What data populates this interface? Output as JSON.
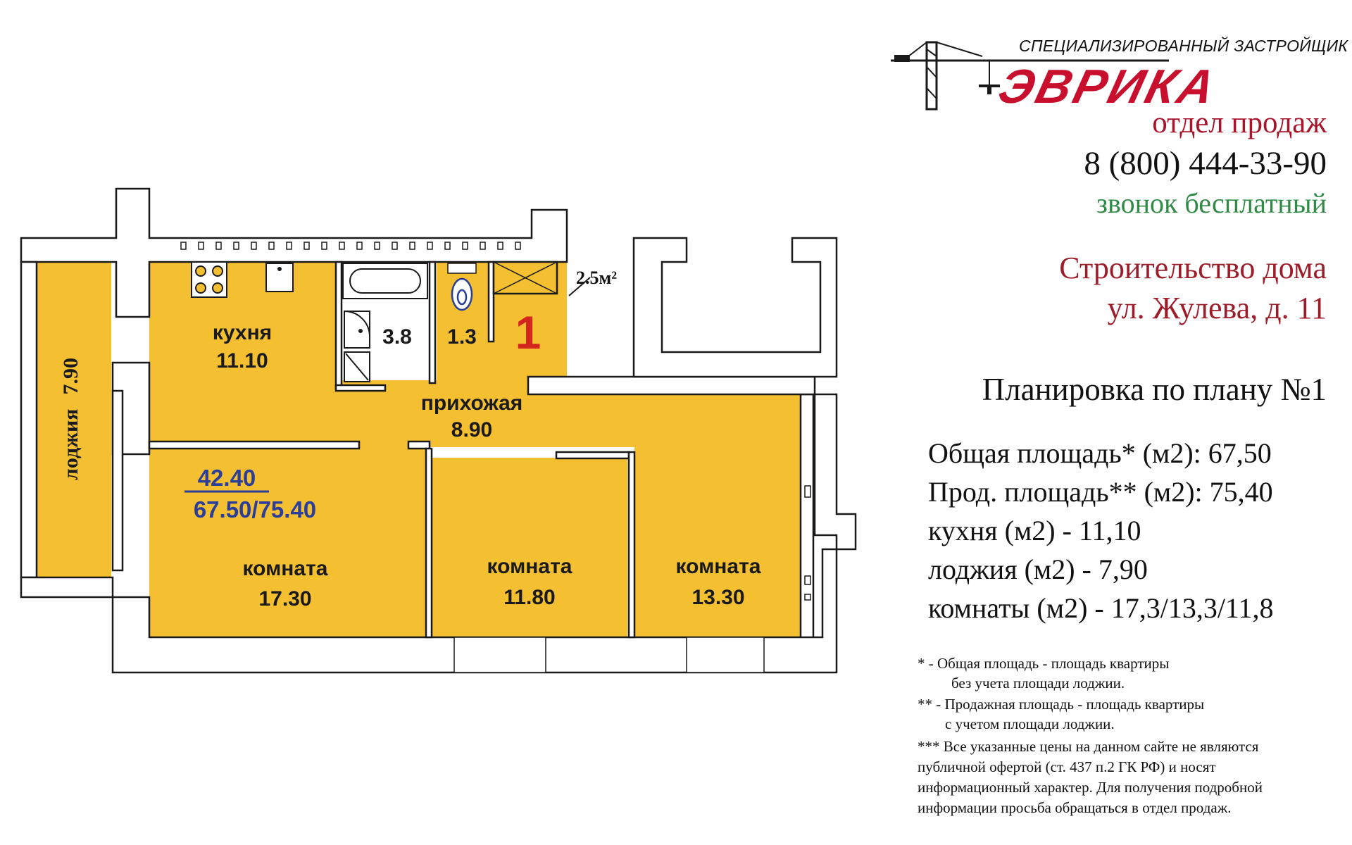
{
  "company": {
    "subtitle": "СПЕЦИАЛИЗИРОВАННЫЙ ЗАСТРОЙЩИК",
    "name": "ЭВРИКА",
    "sales_dept": "отдел продаж",
    "phone": "8 (800) 444-33-90",
    "phone_note": "звонок бесплатный"
  },
  "project": {
    "construction": "Строительство дома",
    "address": "ул. Жулева, д. 11",
    "plan_title": "Планировка по плану №1"
  },
  "specs": [
    "Общая площадь*  (м2): 67,50",
    "Прод. площадь**  (м2): 75,40",
    "кухня (м2) - 11,10",
    "лоджия (м2) - 7,90",
    "комнаты (м2) - 17,3/13,3/11,8"
  ],
  "notes": [
    "*   - Общая площадь - площадь квартиры",
    "без учета площади лоджии.",
    "** - Продажная площадь - площадь квартиры",
    "с учетом  площади лоджии.",
    "*** Все указанные цены на данном сайте не являются",
    "публичной офертой  (ст. 437 п.2 ГК РФ) и носят",
    "информационный характер.  Для получения подробной",
    "информации просьба обращаться в отдел продаж."
  ],
  "floorplan": {
    "loggia": {
      "name": "лоджия",
      "area": "7.90"
    },
    "kitchen": {
      "name": "кухня",
      "area": "11.10"
    },
    "bathroom_area": "3.8",
    "toilet_area": "1.3",
    "closet_area": "2.5м²",
    "flat_number": "1",
    "hallway": {
      "name": "прихожая",
      "area": "8.90"
    },
    "living_area": "42.40",
    "total_area": "67.50/75.40",
    "room1": {
      "name": "комната",
      "area": "17.30"
    },
    "room2": {
      "name": "комната",
      "area": "11.80"
    },
    "room3": {
      "name": "комната",
      "area": "13.30"
    }
  },
  "colors": {
    "room_fill": "#f4c032",
    "wall": "#ffffff",
    "wall_stroke": "#1a1a1a",
    "brand_red": "#c8102e",
    "area_blue": "#2b3f9a"
  },
  "icons": [
    "crane-icon",
    "stove-icon",
    "sink-icon",
    "bathtub-icon",
    "toilet-icon",
    "shower-icon",
    "washbasin-icon"
  ]
}
